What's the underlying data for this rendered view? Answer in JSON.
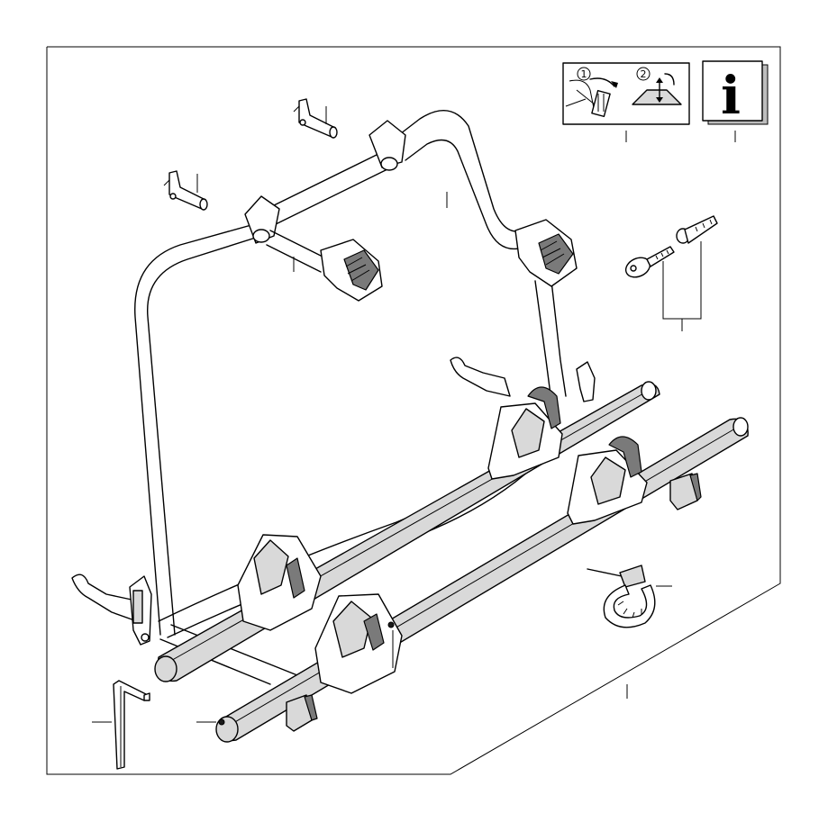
{
  "diagram": {
    "install_steps": [
      "1",
      "2"
    ],
    "info_symbol": "i"
  },
  "icons": {
    "install_instructions": "installation-instructions-icon",
    "info": "info-icon"
  },
  "colors": {
    "line": "#000000",
    "background": "#ffffff",
    "rail_shade": "#d9d9d9",
    "part_shade": "#7a7a7a"
  }
}
